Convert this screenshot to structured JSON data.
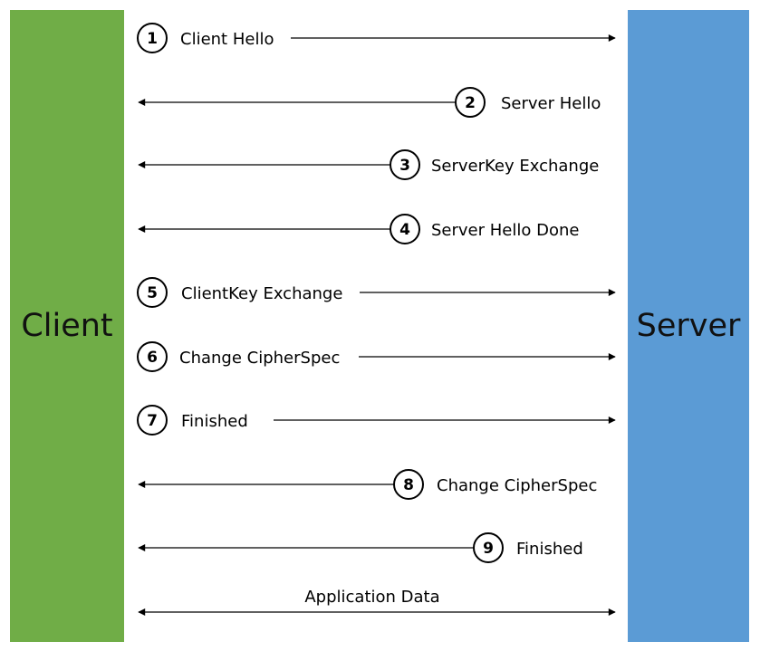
{
  "client": {
    "label": "Client",
    "color": "#70AD47"
  },
  "server": {
    "label": "Server",
    "color": "#5B9BD5"
  },
  "messages": [
    {
      "number": "1",
      "label": "Client Hello",
      "direction": "client-to-server"
    },
    {
      "number": "2",
      "label": "Server Hello",
      "direction": "server-to-client"
    },
    {
      "number": "3",
      "label": "ServerKey Exchange",
      "direction": "server-to-client"
    },
    {
      "number": "4",
      "label": "Server Hello Done",
      "direction": "server-to-client"
    },
    {
      "number": "5",
      "label": "ClientKey Exchange",
      "direction": "client-to-server"
    },
    {
      "number": "6",
      "label": "Change CipherSpec",
      "direction": "client-to-server"
    },
    {
      "number": "7",
      "label": "Finished",
      "direction": "client-to-server"
    },
    {
      "number": "8",
      "label": "Change CipherSpec",
      "direction": "server-to-client"
    },
    {
      "number": "9",
      "label": "Finished",
      "direction": "server-to-client"
    },
    {
      "number": "",
      "label": "Application Data",
      "direction": "both"
    }
  ]
}
